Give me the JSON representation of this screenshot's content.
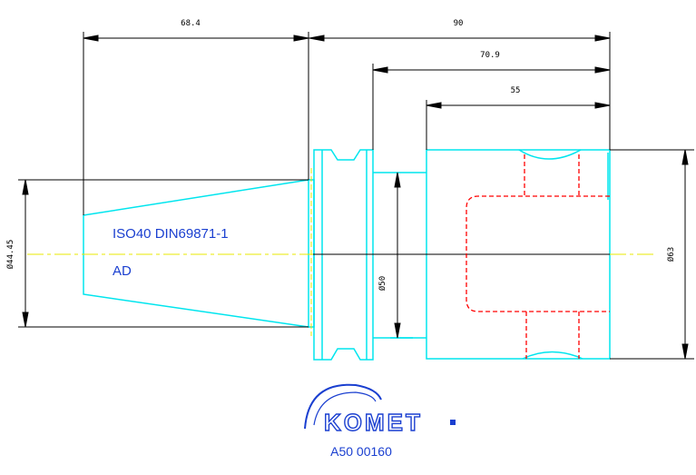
{
  "dimensions": {
    "top_left_length": "68.4",
    "overall_length": "90",
    "flange_length": "70.9",
    "body_length": "55",
    "taper_diameter": "Ø44.45",
    "neck_diameter": "Ø50",
    "body_diameter": "Ø63"
  },
  "labels": {
    "standard": "ISO40 DIN69871-1",
    "variant": "AD"
  },
  "brand": {
    "logo_text": "KOMET"
  },
  "part_number": "A50 00160",
  "colors": {
    "outline": "#00e5ee",
    "dimension": "#000000",
    "hidden": "#ff0000",
    "centerline": "#e8e800",
    "text": "#1a3fd0"
  }
}
